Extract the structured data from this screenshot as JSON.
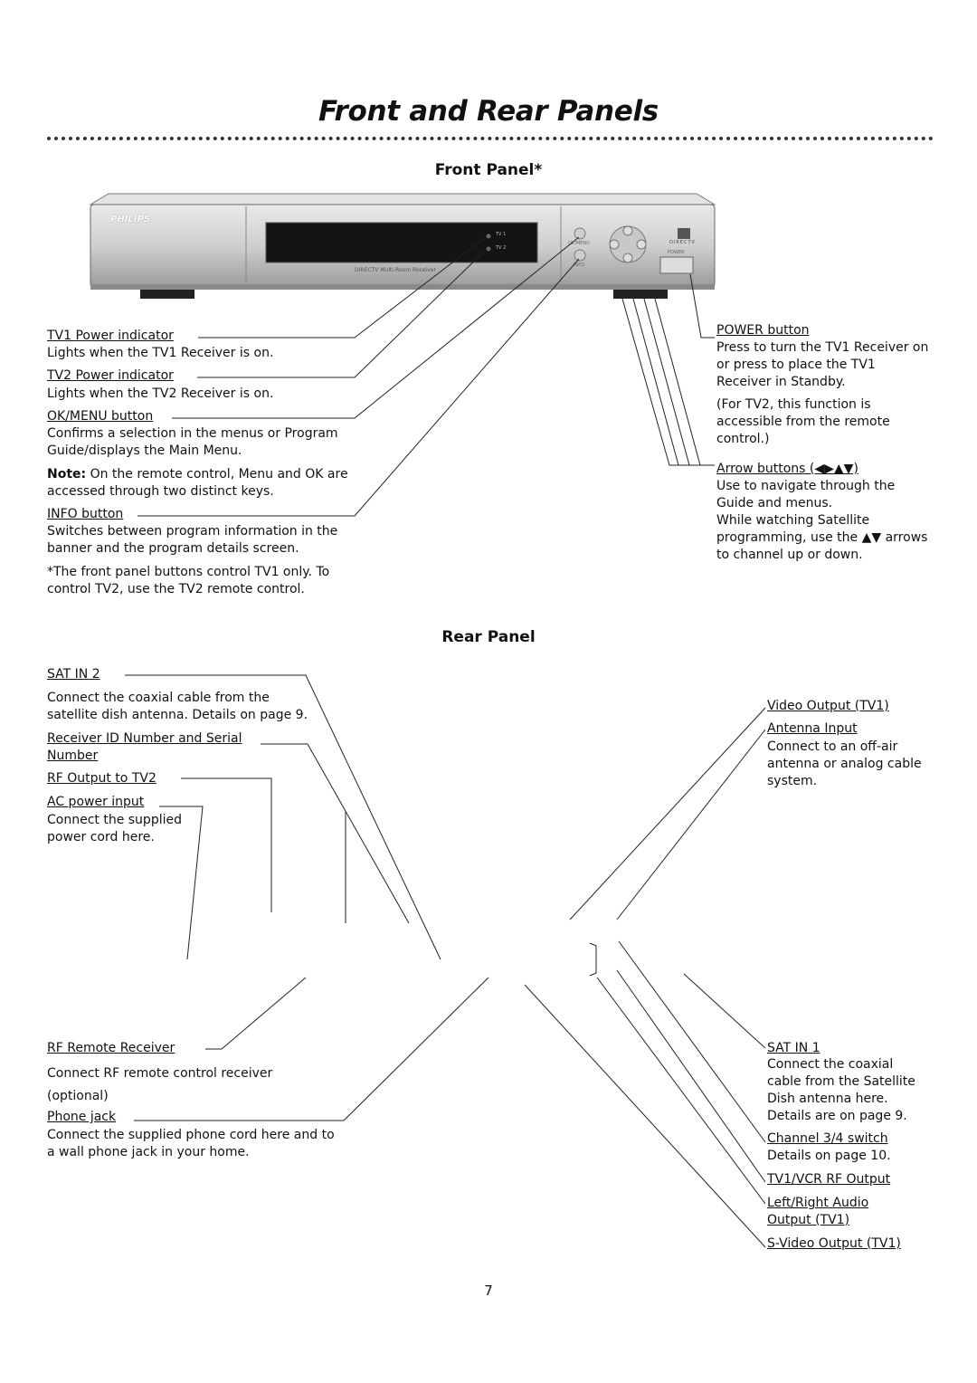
{
  "page_title": "Front and Rear Panels",
  "front": {
    "heading": "Front Panel*",
    "device": {
      "brand": "PHILIPS",
      "tv1": "TV 1",
      "tv2": "TV 2",
      "okmenu": "OK/MENU",
      "info": "INFO",
      "power": "POWER",
      "model": "DIRECTV Multi-Room Receiver",
      "directv": "DIRECTV"
    },
    "tv1_label": "TV1 Power indicator",
    "tv1_desc": "Lights when the TV1 Receiver is on.",
    "tv2_label": "TV2 Power indicator",
    "tv2_desc": "Lights when the TV2 Receiver is on.",
    "okmenu_label": "OK/MENU button",
    "okmenu_desc": "Confirms a selection in the menus or Program Guide/displays the Main Menu.",
    "note_bold": "Note:",
    "note_text": " On the remote control, Menu and OK are accessed through two distinct keys.",
    "info_label": "INFO button",
    "info_desc": "Switches between program information in the banner and the program details screen.",
    "footnote": "*The front panel buttons control TV1 only. To control TV2, use the TV2 remote control.",
    "power_label": "POWER button",
    "power_desc": "Press to turn the TV1 Receiver on or press to place the TV1 Receiver in Standby.",
    "power_desc2": "(For TV2, this function is accessible from the remote control.)",
    "arrow_label": "Arrow buttons (◀▶▲▼)",
    "arrow_desc": "Use to navigate through the Guide and menus.",
    "arrow_desc2": "While watching Satellite programming, use the ▲▼ arrows to channel up or down."
  },
  "rear": {
    "heading": "Rear Panel",
    "satin2_label": "SAT IN 2",
    "satin2_desc": "Connect the coaxial cable from the satellite dish antenna. Details on page 9.",
    "receiverid_label": "Receiver ID Number and Serial Number",
    "rfout_label": "RF Output to TV2",
    "ac_label": "AC power input",
    "ac_desc": "Connect the supplied power cord here.",
    "rfremote_label": "RF Remote Receiver",
    "rfremote_desc": "Connect RF remote control receiver (optional)",
    "phone_label": "Phone jack",
    "phone_desc": "Connect the supplied phone cord here and to a wall phone jack in your home.",
    "video_label": "Video Output (TV1)",
    "antenna_label": "Antenna Input",
    "antenna_desc": "Connect to an off-air antenna or analog cable system.",
    "satin1_label": "SAT IN 1",
    "satin1_desc": "Connect the coaxial cable from the Satellite Dish antenna here. Details are on page 9.",
    "ch34_label": "Channel 3/4 switch",
    "ch34_desc": "Details on page 10.",
    "tv1vcr_label": "TV1/VCR RF Output",
    "lr_label": "Left/Right Audio Output (TV1)",
    "svideo_label": "S-Video Output (TV1)"
  },
  "page_number": "7"
}
